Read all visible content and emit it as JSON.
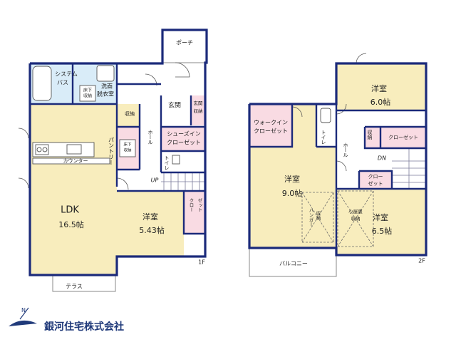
{
  "colors": {
    "wall": "#1b2a7a",
    "yellow_room": "#f8edbd",
    "pink_room": "#f9dbe3",
    "blue_room": "#d9ecf8",
    "white_room": "#ffffff",
    "logo": "#203a7a"
  },
  "labels": {
    "porch": "ポーチ",
    "system_bath_1": "システム",
    "system_bath_2": "バス",
    "washroom_1": "洗面",
    "washroom_2": "脱衣室",
    "underfloor_storage_a_1": "床下",
    "underfloor_storage_a_2": "収納",
    "entrance": "玄関",
    "entrance_storage_1": "玄関",
    "entrance_storage_2": "収納",
    "storage_1f": "収納",
    "underfloor_storage_b_1": "床下",
    "underfloor_storage_b_2": "収納",
    "pantry": "パントリー",
    "counter": "カウンター",
    "hall_1f": "ホール",
    "shoes_in_1": "シューズイン",
    "shoes_in_2": "クローゼット",
    "toilet_1f": "トイレ",
    "up": "UP",
    "ldk_name": "LDK",
    "ldk_size": "16.5帖",
    "western_1f_name": "洋室",
    "western_1f_size": "5.43帖",
    "closet_1f_a": "クロー",
    "closet_1f_b": "ゼット",
    "terrace": "テラス",
    "floor_1f": "1F",
    "western_a_name": "洋室",
    "western_a_size": "6.0帖",
    "walk_in_1": "ウォークイン",
    "walk_in_2": "クローゼット",
    "toilet_2f": "トイレ",
    "storage_2f": "収納",
    "closet_2f_a": "クローゼット",
    "hall_2f": "ホール",
    "dn": "DN",
    "closet_2f_b_1": "クロー",
    "closet_2f_b_2": "ゼット",
    "western_b_name": "洋室",
    "western_b_size": "9.0帖",
    "hanger_1": "収納",
    "hanger_2": "ハンガー",
    "attic_1": "小屋裏",
    "attic_2": "収納",
    "western_c_name": "洋室",
    "western_c_size": "6.5帖",
    "balcony": "バルコニー",
    "floor_2f": "2F",
    "company": "銀河住宅株式会社",
    "compass_n": "N"
  }
}
